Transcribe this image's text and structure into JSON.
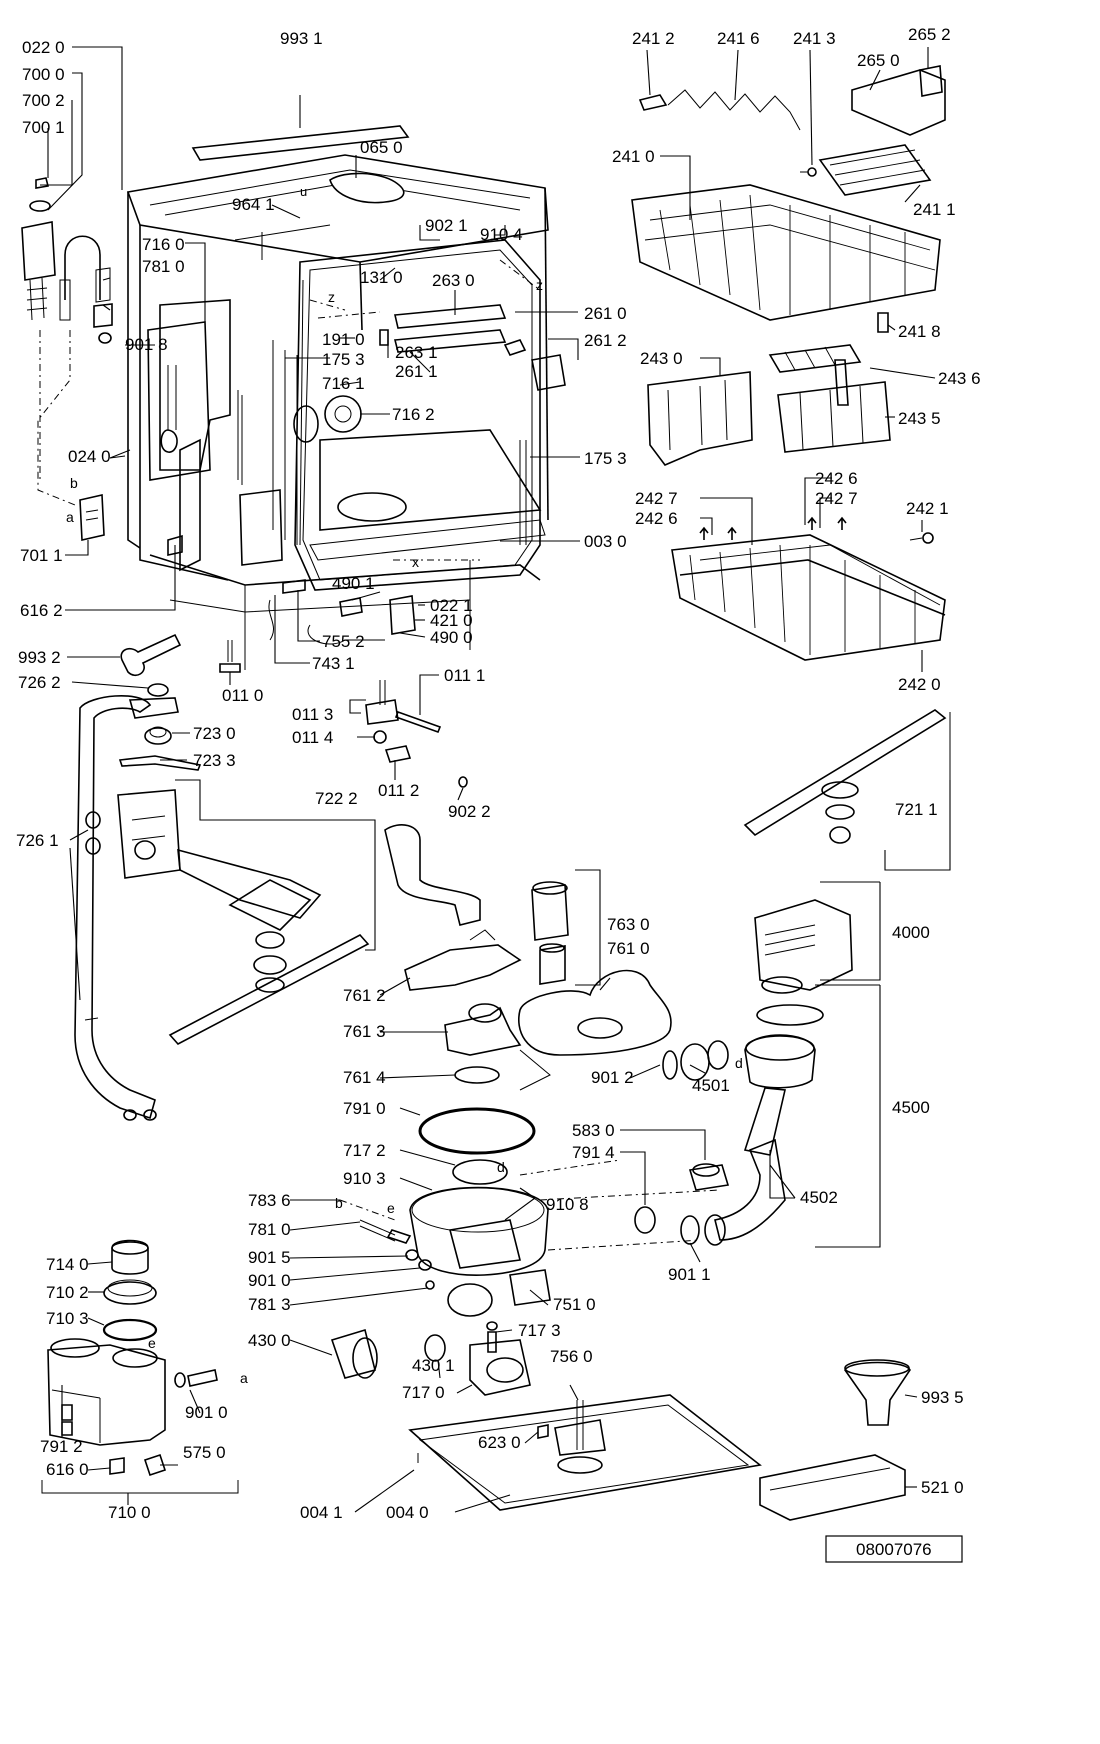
{
  "drawing_ref": "08007076",
  "letters": {
    "a": "a",
    "b": "b",
    "d": "d",
    "e": "e",
    "x": "x",
    "z": "z",
    "u": "u"
  },
  "parts": {
    "p0220": "022 0",
    "p9931": "993 1",
    "p7000": "700 0",
    "p7002": "700 2",
    "p7001": "700 1",
    "p0650": "065 0",
    "p9641": "964 1",
    "p9021": "902 1",
    "p9104": "910 4",
    "p7160": "716 0",
    "p7810": "781 0",
    "p1310": "131 0",
    "p2630": "263 0",
    "p9018": "901 8",
    "p1910": "191 0",
    "p1753a": "175 3",
    "p2631": "263 1",
    "p2611": "261 1",
    "p2610": "261 0",
    "p2612": "261 2",
    "p7161": "716 1",
    "p7162": "716 2",
    "p0240": "024 0",
    "p1753b": "175 3",
    "p7011": "701 1",
    "p0030": "003 0",
    "p6162": "616 2",
    "p4901": "490 1",
    "p0221": "022 1",
    "p4210": "421 0",
    "p4900": "490 0",
    "p9932": "993 2",
    "p7552": "755 2",
    "p7431": "743 1",
    "p0110": "011 0",
    "p7262": "726 2",
    "p0111": "011 1",
    "p0113": "011 3",
    "p7230": "723 0",
    "p0114": "011 4",
    "p7233": "723 3",
    "p0112": "011 2",
    "p9022": "902 2",
    "p7222": "722 2",
    "p7261": "726 1",
    "p2412": "241 2",
    "p2416": "241 6",
    "p2413": "241 3",
    "p2652": "265 2",
    "p2650": "265 0",
    "p2410": "241 0",
    "p2411": "241 1",
    "p2418": "241 8",
    "p2430": "243 0",
    "p2436": "243 6",
    "p2435": "243 5",
    "p2426a": "242 6",
    "p2427a": "242 7",
    "p2427b": "242 7",
    "p2426b": "242 6",
    "p2421": "242 1",
    "p2420": "242 0",
    "p7211": "721 1",
    "p7630": "763 0",
    "p7610": "761 0",
    "p4000": "4000",
    "p7612": "761 2",
    "p7613": "761 3",
    "p7614": "761 4",
    "p9012": "901 2",
    "p4501": "4501",
    "p4500": "4500",
    "p7910": "791 0",
    "p5830": "583 0",
    "p7914": "791 4",
    "p7172": "717 2",
    "p9103": "910 3",
    "p9108": "910 8",
    "p4502": "4502",
    "p7836": "783 6",
    "p7810b": "781 0",
    "p9015": "901 5",
    "p9010": "901 0",
    "p7813": "781 3",
    "p9011": "901 1",
    "p7140": "714 0",
    "p7102": "710 2",
    "p7510": "751 0",
    "p7103": "710 3",
    "p4300": "430 0",
    "p4301": "430 1",
    "p7173": "717 3",
    "p7170": "717 0",
    "p7560": "756 0",
    "p9935": "993 5",
    "p9010b": "901 0",
    "p7912": "791 2",
    "p6230": "623 0",
    "p6160": "616 0",
    "p5750": "575 0",
    "p5210": "521 0",
    "p7100": "710 0",
    "p0041": "004 1",
    "p0040": "004 0"
  }
}
